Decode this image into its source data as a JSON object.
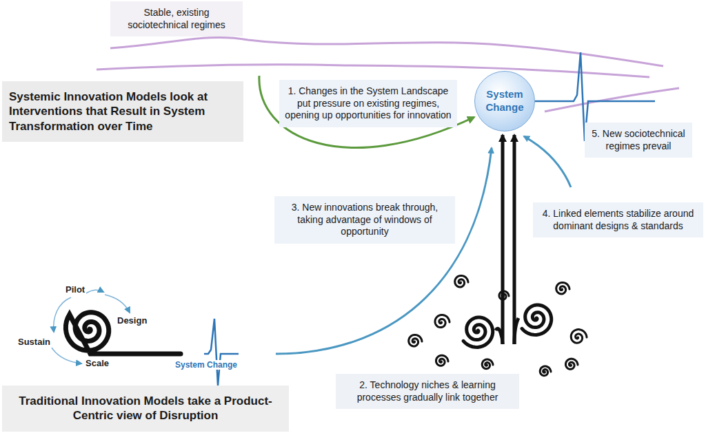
{
  "diagram": {
    "nodes": [
      {
        "text": [
          "Stable, existing sociotechnical regimes"
        ]
      },
      {
        "text": [
          "Systemic Innovation Models look at Interventions that Result in System Transformation over Time"
        ]
      },
      {
        "text": [
          "1. Changes in the System Landscape put pressure on existing regimes, opening up opportunities for innovation"
        ]
      },
      {
        "text": [
          "System Change"
        ]
      },
      {
        "text": [
          "5. New sociotechnical regimes prevail"
        ]
      },
      {
        "text": [
          "3. New innovations break through, taking advantage of windows of opportunity"
        ]
      },
      {
        "text": [
          "4. Linked elements stabilize around dominant designs & standards"
        ]
      },
      {
        "text": [
          "2. Technology niches & learning processes gradually link together"
        ]
      },
      {
        "text": [
          "Traditional Innovation Models take a Product-Centric view of Disruption"
        ]
      }
    ],
    "labels": [
      "Pilot",
      "Design",
      "Sustain",
      "Scale",
      "System Change"
    ]
  }
}
